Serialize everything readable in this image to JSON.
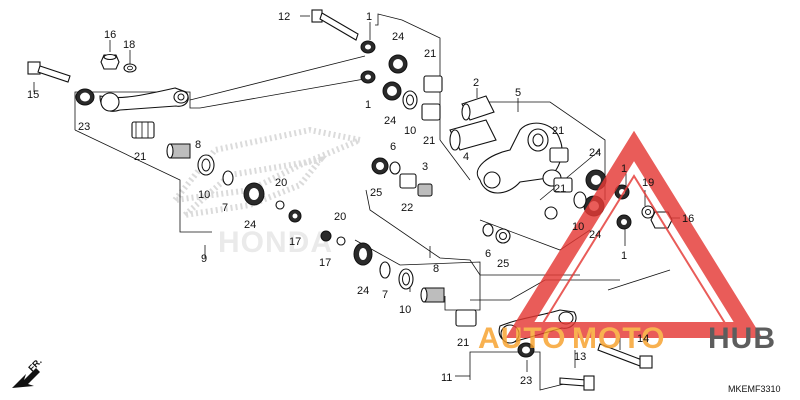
{
  "diagram": {
    "code": "MKEMF3310",
    "direction_label": "FR.",
    "brand_watermark": "HONDA",
    "watermark": {
      "text_auto": "AUTO",
      "text_moto": "MOTO",
      "text_hub": "HUB",
      "color_red": "#e53935",
      "color_orange": "#f7a02a",
      "color_dark": "#3a3a3a"
    },
    "callouts": [
      {
        "id": "c12a",
        "text": "12"
      },
      {
        "id": "c1a",
        "text": "1"
      },
      {
        "id": "c16a",
        "text": "16"
      },
      {
        "id": "c18",
        "text": "18"
      },
      {
        "id": "c24a",
        "text": "24"
      },
      {
        "id": "c21a",
        "text": "21"
      },
      {
        "id": "c15",
        "text": "15"
      },
      {
        "id": "c2",
        "text": "2"
      },
      {
        "id": "c5",
        "text": "5"
      },
      {
        "id": "c1b",
        "text": "1"
      },
      {
        "id": "c23a",
        "text": "23"
      },
      {
        "id": "c24b",
        "text": "24"
      },
      {
        "id": "c10a",
        "text": "10"
      },
      {
        "id": "c21b",
        "text": "21"
      },
      {
        "id": "c21c",
        "text": "21"
      },
      {
        "id": "c4",
        "text": "4"
      },
      {
        "id": "c8a",
        "text": "8"
      },
      {
        "id": "c21d",
        "text": "21"
      },
      {
        "id": "c6a",
        "text": "6"
      },
      {
        "id": "c3",
        "text": "3"
      },
      {
        "id": "c24c",
        "text": "24"
      },
      {
        "id": "c1c",
        "text": "1"
      },
      {
        "id": "c10b",
        "text": "10"
      },
      {
        "id": "c20a",
        "text": "20"
      },
      {
        "id": "c25a",
        "text": "25"
      },
      {
        "id": "c22",
        "text": "22"
      },
      {
        "id": "c21e",
        "text": "21"
      },
      {
        "id": "c19",
        "text": "19"
      },
      {
        "id": "c7a",
        "text": "7"
      },
      {
        "id": "c24d",
        "text": "24"
      },
      {
        "id": "c17a",
        "text": "17"
      },
      {
        "id": "c16b",
        "text": "16"
      },
      {
        "id": "c20b",
        "text": "20"
      },
      {
        "id": "c10c",
        "text": "10"
      },
      {
        "id": "c24e",
        "text": "24"
      },
      {
        "id": "c9",
        "text": "9"
      },
      {
        "id": "c17b",
        "text": "17"
      },
      {
        "id": "c6b",
        "text": "6"
      },
      {
        "id": "c25b",
        "text": "25"
      },
      {
        "id": "c1d",
        "text": "1"
      },
      {
        "id": "c8b",
        "text": "8"
      },
      {
        "id": "c24f",
        "text": "24"
      },
      {
        "id": "c7b",
        "text": "7"
      },
      {
        "id": "c10d",
        "text": "10"
      },
      {
        "id": "c14",
        "text": "14"
      },
      {
        "id": "c21f",
        "text": "21"
      },
      {
        "id": "c13",
        "text": "13"
      },
      {
        "id": "c11",
        "text": "11"
      },
      {
        "id": "c23b",
        "text": "23"
      }
    ]
  }
}
